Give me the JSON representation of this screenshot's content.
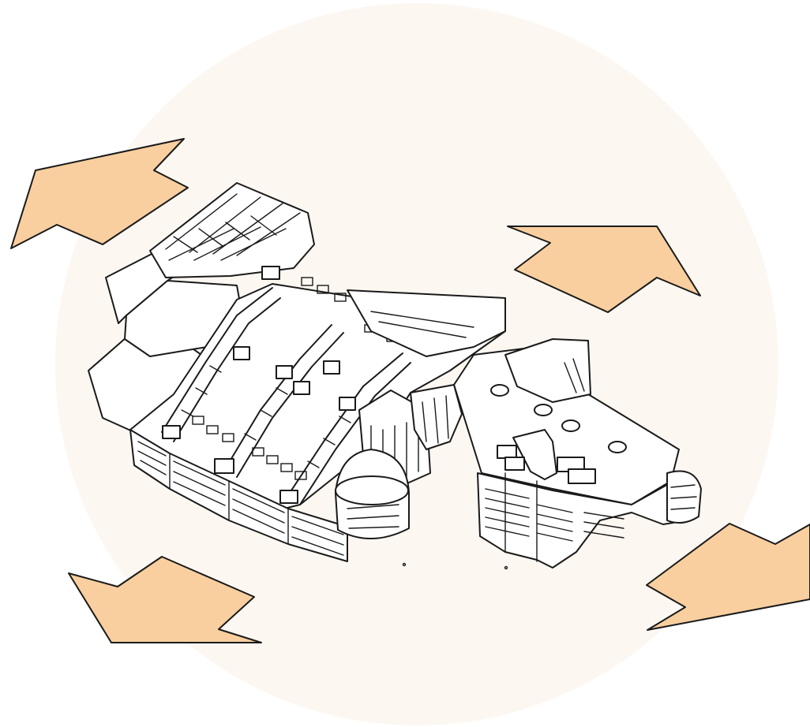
{
  "colors": {
    "background": "#ffffff",
    "circle": "#fdf7f1",
    "arrow_fill": "#f9cf9f",
    "ink": "#1a1a1a"
  },
  "diagram": {
    "arrow_directions": [
      "up-left",
      "up-right",
      "down-left",
      "down-right"
    ]
  }
}
